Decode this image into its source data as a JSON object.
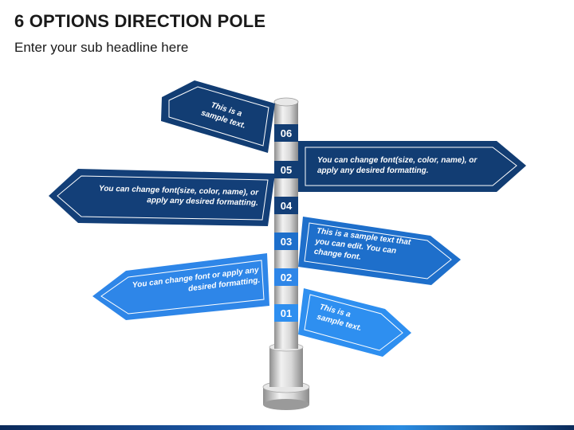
{
  "header": {
    "title": "6 OPTIONS DIRECTION POLE",
    "subtitle": "Enter your sub headline here"
  },
  "colors": {
    "navy": "#123d73",
    "mid_blue": "#1e6fcb",
    "bright_blue": "#2e8ff0",
    "pole_gray": "#c9c9c9"
  },
  "signs": [
    {
      "id": "06",
      "label": "06",
      "text": "This is a sample text."
    },
    {
      "id": "05",
      "label": "05",
      "text": "You can change font(size, color, name), or apply any desired formatting."
    },
    {
      "id": "04",
      "label": "04",
      "text": "You can change font(size, color, name), or apply any desired formatting."
    },
    {
      "id": "03",
      "label": "03",
      "text": "This is a sample text that you can edit. You can change font."
    },
    {
      "id": "02",
      "label": "02",
      "text": "You can change font or apply any desired formatting."
    },
    {
      "id": "01",
      "label": "01",
      "text": "This is a sample text."
    }
  ]
}
